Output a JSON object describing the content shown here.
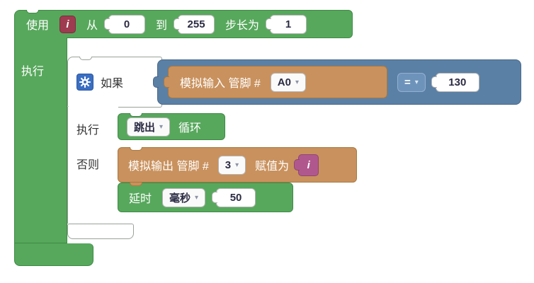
{
  "colors": {
    "loop_green": "#57a85c",
    "logic_blue": "#5b80a5",
    "io_orange": "#c9915d",
    "variable_red": "#9e3b50",
    "variable_pink": "#b0588d",
    "gear_blue": "#3a6fc2",
    "if_outline": "#9aa29a",
    "field_bg": "#ffffff"
  },
  "icons": {
    "gear": "gear-icon",
    "dropdown_arrow": "▾"
  },
  "for_block": {
    "use_label": "使用",
    "variable": "i",
    "from_label": "从",
    "from_value": "0",
    "to_label": "到",
    "to_value": "255",
    "step_label": "步长为",
    "step_value": "1",
    "do_label": "执行"
  },
  "if_block": {
    "if_label": "如果",
    "do_label": "执行",
    "else_label": "否则"
  },
  "condition": {
    "analog_read": {
      "label": "模拟输入 管脚 #",
      "pin": "A0"
    },
    "operator": "=",
    "value": "130"
  },
  "break_block": {
    "mode": "跳出",
    "loop_label": "循环"
  },
  "analog_write": {
    "label": "模拟输出 管脚 #",
    "pin": "3",
    "assign_label": "赋值为",
    "variable": "i"
  },
  "delay_block": {
    "label": "延时",
    "unit": "毫秒",
    "value": "50"
  }
}
